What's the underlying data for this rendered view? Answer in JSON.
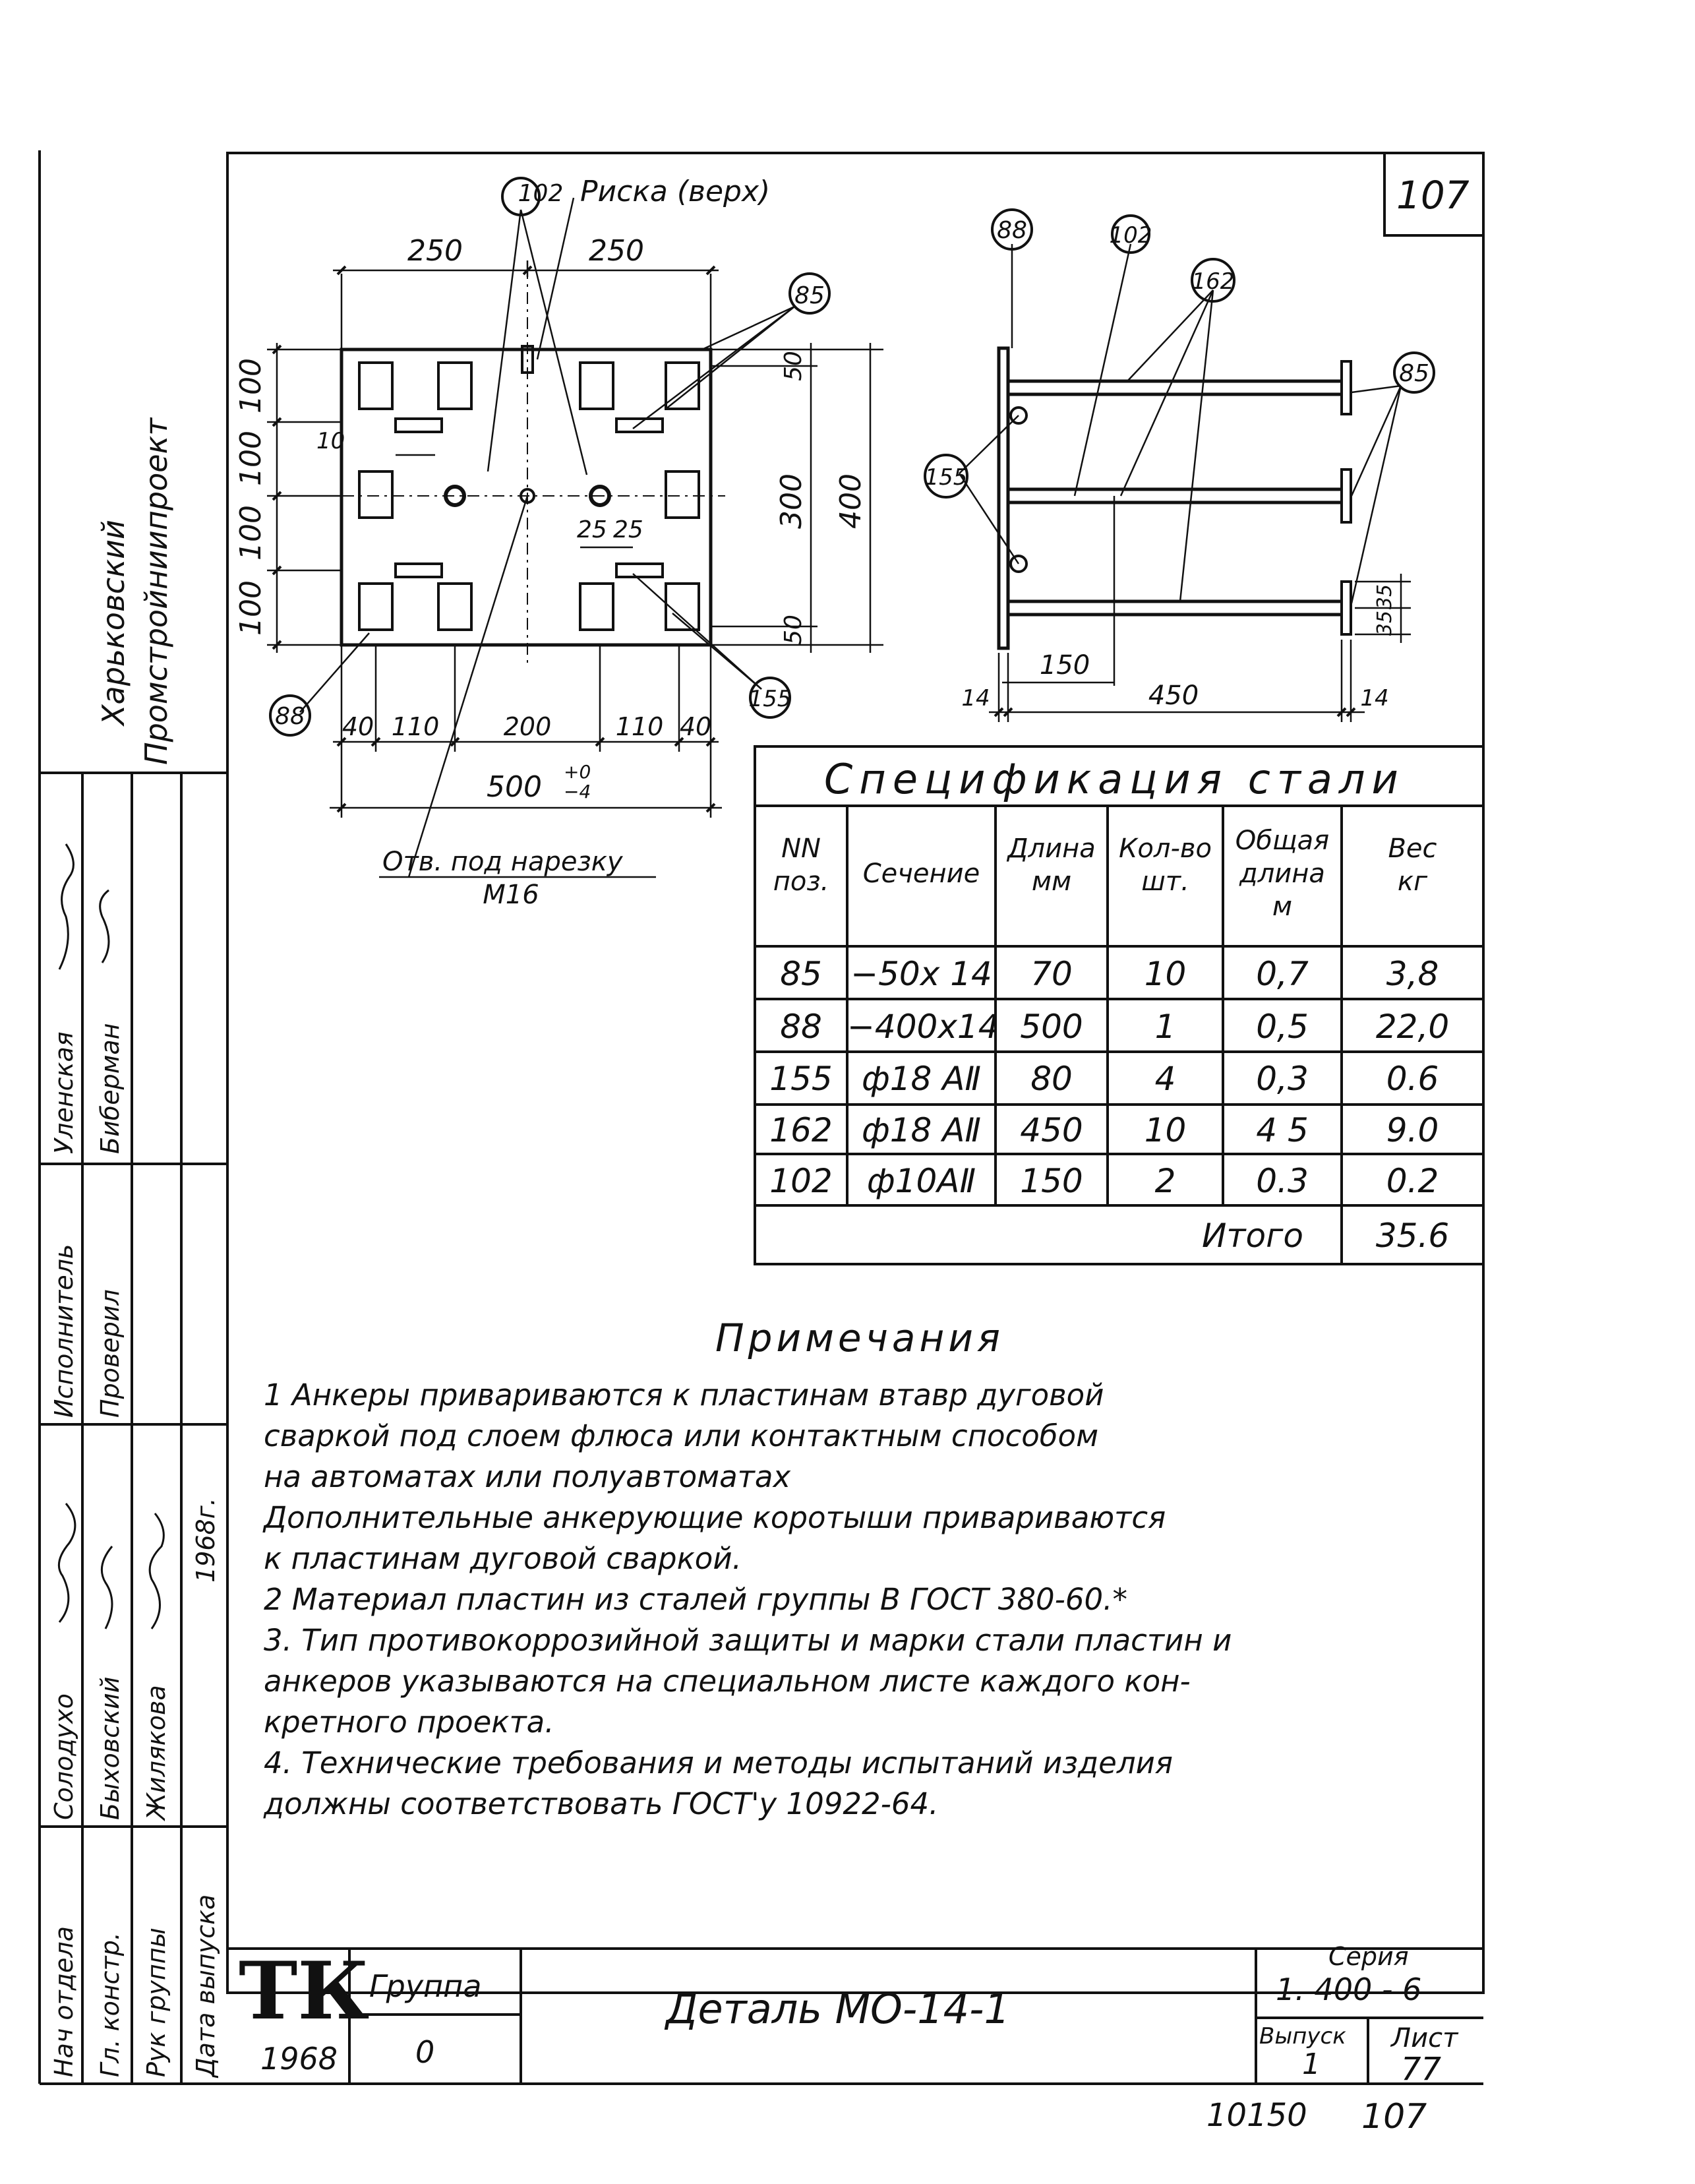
{
  "sheet": {
    "corner_number": "107",
    "bottom_code": "10150",
    "bottom_page": "107"
  },
  "plan_view": {
    "callout_top": "102",
    "risk_label": "Риска (верх)",
    "callout_right": "85",
    "callout_left_bottom": "88",
    "callout_right_bottom": "155",
    "dim_top_left": "250",
    "dim_top_right": "250",
    "dim_left": [
      "100",
      "100",
      "100",
      "100"
    ],
    "dim_right_top": "50",
    "dim_right_mid": "300",
    "dim_right_bottom": "50",
    "dim_overall_right": "400",
    "dim_inner_left": "10",
    "dim_inner_a": "25",
    "dim_inner_b": "25",
    "dim_bottom": [
      "40",
      "110",
      "200",
      "110",
      "40"
    ],
    "dim_overall_bottom": "500",
    "tol_plus": "+0",
    "tol_minus": "−4",
    "hole_note_1": "Отв. под нарезку",
    "hole_note_2": "М16"
  },
  "side_view": {
    "callout_88": "88",
    "callout_102": "102",
    "callout_162": "162",
    "callout_85": "85",
    "callout_155": "155",
    "dim_150": "150",
    "dim_450": "450",
    "dim_14_left": "14",
    "dim_14_right": "14",
    "dim_35_top": "35",
    "dim_35_bottom": "35"
  },
  "specification": {
    "title": "Спецификация  стали",
    "headers": {
      "pos": [
        "NN",
        "поз."
      ],
      "section": "Сечение",
      "length": [
        "Длина",
        "мм"
      ],
      "qty": [
        "Кол-во",
        "шт."
      ],
      "total_length": [
        "Общая",
        "длина",
        "м"
      ],
      "weight": [
        "Вес",
        "кг"
      ]
    },
    "rows": [
      {
        "pos": "85",
        "section": "−50x 14",
        "length": "70",
        "qty": "10",
        "total": "0,7",
        "weight": "3,8"
      },
      {
        "pos": "88",
        "section": "−400x14",
        "length": "500",
        "qty": "1",
        "total": "0,5",
        "weight": "22,0"
      },
      {
        "pos": "155",
        "section": "ф18 АⅡ",
        "length": "80",
        "qty": "4",
        "total": "0,3",
        "weight": "0.6"
      },
      {
        "pos": "162",
        "section": "ф18 АⅡ",
        "length": "450",
        "qty": "10",
        "total": "4 5",
        "weight": "9.0"
      },
      {
        "pos": "102",
        "section": "ф10АⅡ",
        "length": "150",
        "qty": "2",
        "total": "0.3",
        "weight": "0.2"
      }
    ],
    "total_label": "Итого",
    "total_value": "35.6"
  },
  "notes": {
    "title": "Примечания",
    "lines": [
      "1  Анкеры привариваются к пластинам втавр дуговой",
      "    сваркой под слоем флюса или контактным  способом",
      "    на автоматах или полуавтоматах",
      "    Дополнительные анкерующие коротыши привариваются",
      "    к пластинам дуговой сваркой.",
      "2  Материал пластин из сталей группы В ГОСТ 380-60.*",
      "3. Тип противокоррозийной защиты и марки стали пластин и",
      "    анкеров указываются на специальном листе каждого кон-",
      "    кретного проекта.",
      "4. Технические требования и методы испытаний изделия",
      "    должны соответствовать ГОСТ'у 10922-64."
    ]
  },
  "side_stamp": {
    "org_1": "Харьковский",
    "org_2": "Промстройниипроект",
    "roles": [
      "Нач отдела",
      "Гл. констр.",
      "Рук группы",
      "Исполнитель",
      "Проверил",
      "Дата выпуска"
    ],
    "names": [
      "Солодухо",
      "Быховский",
      "Жилякова",
      "Уленская",
      "Биберман"
    ],
    "year": "1968г."
  },
  "title_block": {
    "logo": "ТК",
    "logo_year": "1968",
    "group_label": "Группа",
    "group_value": "0",
    "title": "Деталь  МО-14-1",
    "series_label": "Серия",
    "series_value": "1. 400 - 6",
    "issue_label": "Выпуск",
    "issue_value": "1",
    "sheet_label": "Лист",
    "sheet_value": "77"
  }
}
